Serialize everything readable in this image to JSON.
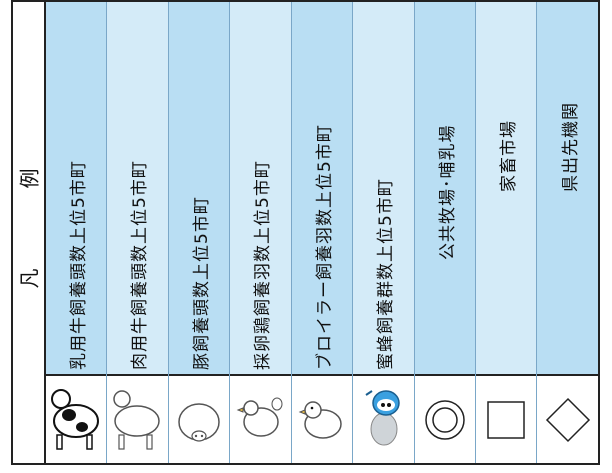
{
  "legend": {
    "title_char_1": "凡",
    "title_char_2": "例",
    "items": [
      {
        "label": "乳用牛飼養頭数上位5市町",
        "icon": "dairy-cow-icon"
      },
      {
        "label": "肉用牛飼養頭数上位5市町",
        "icon": "beef-cow-icon"
      },
      {
        "label": "豚飼養頭数上位5市町",
        "icon": "pig-icon"
      },
      {
        "label": "採卵鶏飼養羽数上位5市町",
        "icon": "layer-chicken-icon"
      },
      {
        "label": "ブロイラー飼養羽数上位5市町",
        "icon": "broiler-chicken-icon"
      },
      {
        "label": "蜜蜂飼養群数上位5市町",
        "icon": "honeybee-icon"
      },
      {
        "label": "公共牧場･哺乳場",
        "icon": "double-circle-icon"
      },
      {
        "label": "家畜市場",
        "icon": "square-icon"
      },
      {
        "label": "県出先機関",
        "icon": "diamond-icon"
      }
    ]
  }
}
